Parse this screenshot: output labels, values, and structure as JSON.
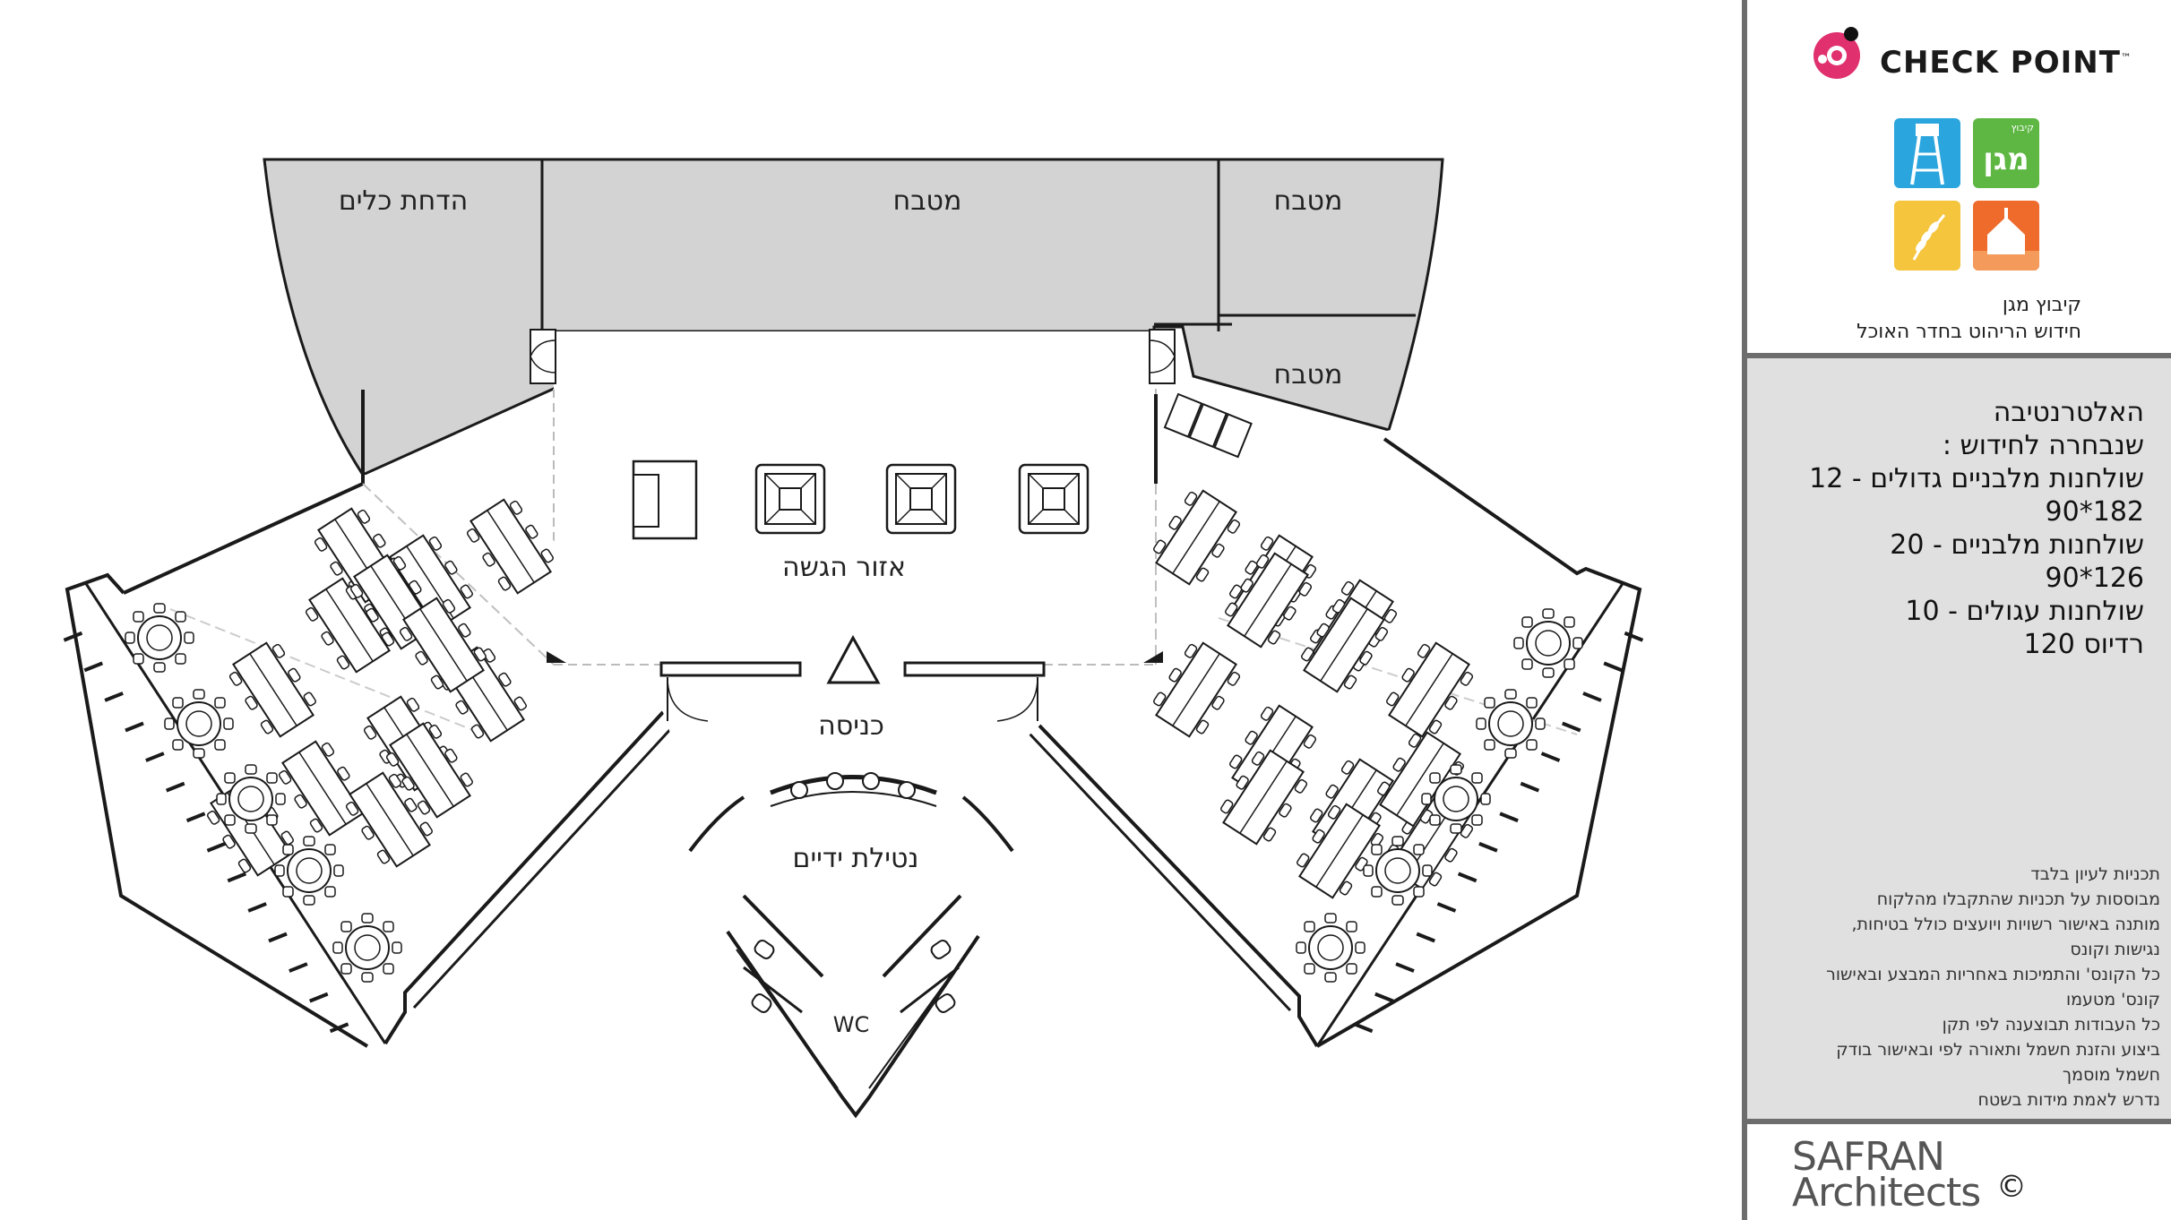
{
  "rooms": {
    "dishwash": "הדחת כלים",
    "kitchen_main": "מטבח",
    "kitchen_side": "מטבח",
    "kitchen_lower": "מטבח",
    "serving": "אזור הגשה",
    "entrance": "כניסה",
    "handwash": "נטילת ידיים",
    "wc": "WC"
  },
  "logos": {
    "checkpoint": "CHECK POINT",
    "trademark": "™",
    "kibbutz_small": "קיבוץ",
    "kibbutz_name": "מגן"
  },
  "project": {
    "line1": "קיבוץ מגן",
    "line2": "חידוש הריהוט  בחדר האוכל"
  },
  "alternative": {
    "l1": "האלטרנטיבה",
    "l2": "שנבחרה לחידוש :",
    "l3": "שולחנות מלבניים גדולים - 12",
    "l4": "182*90",
    "l5": "שולחנות מלבניים - 20",
    "l6": "126*90",
    "l7": "שולחנות עגולים - 10",
    "l8": "רדיוס 120"
  },
  "notes": [
    "תכניות לעיון בלבד",
    "מבוססות על תכניות שהתקבלו מהלקוח",
    "מותנה באישור רשויות ויועצים כולל בטיחות,",
    "נגישות וקונס",
    "כל הקונס' והתמיכות באחריות המבצע ובאישור",
    "קונס' מטעמו",
    "כל העבודות תבוצענה לפי תקן",
    "ביצוע והזנת חשמל ותאורה לפי ובאישור בודק",
    "חשמל מוסמך",
    "נדרש לאמת מידות בשטח"
  ],
  "brand": {
    "line1": "SAFRAN",
    "line2": "Architects",
    "copyright": "©"
  },
  "colors": {
    "kitchen_fill": "#d3d3d3",
    "wall": "#1a1a1a",
    "sidebar_gray": "#e0e0e0",
    "border": "#6d6d6d",
    "checkpoint_pink": "#e0306e",
    "tile_blue": "#2aa5dd",
    "tile_green": "#5db742",
    "tile_yellow": "#f4c53d",
    "tile_orange": "#ee6b2c"
  }
}
